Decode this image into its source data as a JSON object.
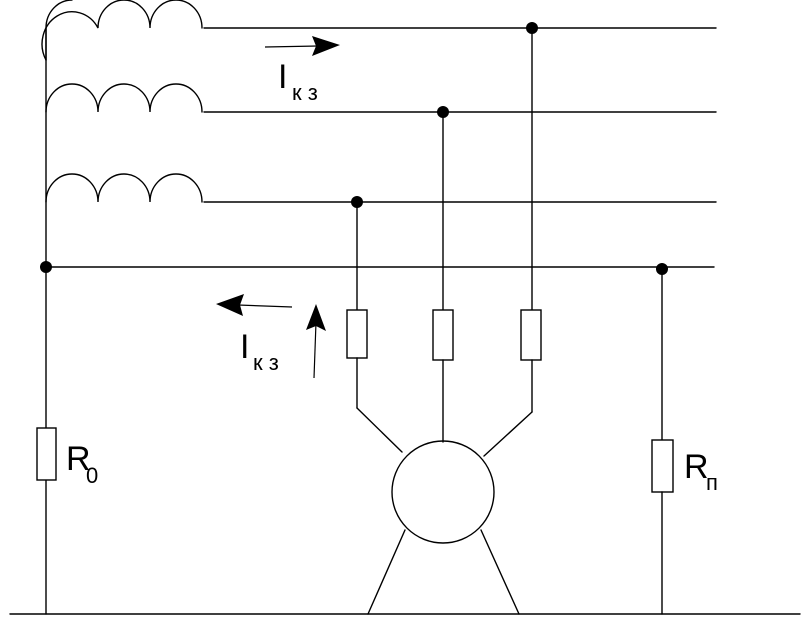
{
  "labels": {
    "current_top": {
      "main": "I",
      "sub": "к з"
    },
    "current_bottom": {
      "main": "I",
      "sub": "к з"
    },
    "resistor_zero": {
      "main": "R",
      "sub": "0"
    },
    "resistor_p": {
      "main": "R",
      "sub": "п"
    }
  }
}
